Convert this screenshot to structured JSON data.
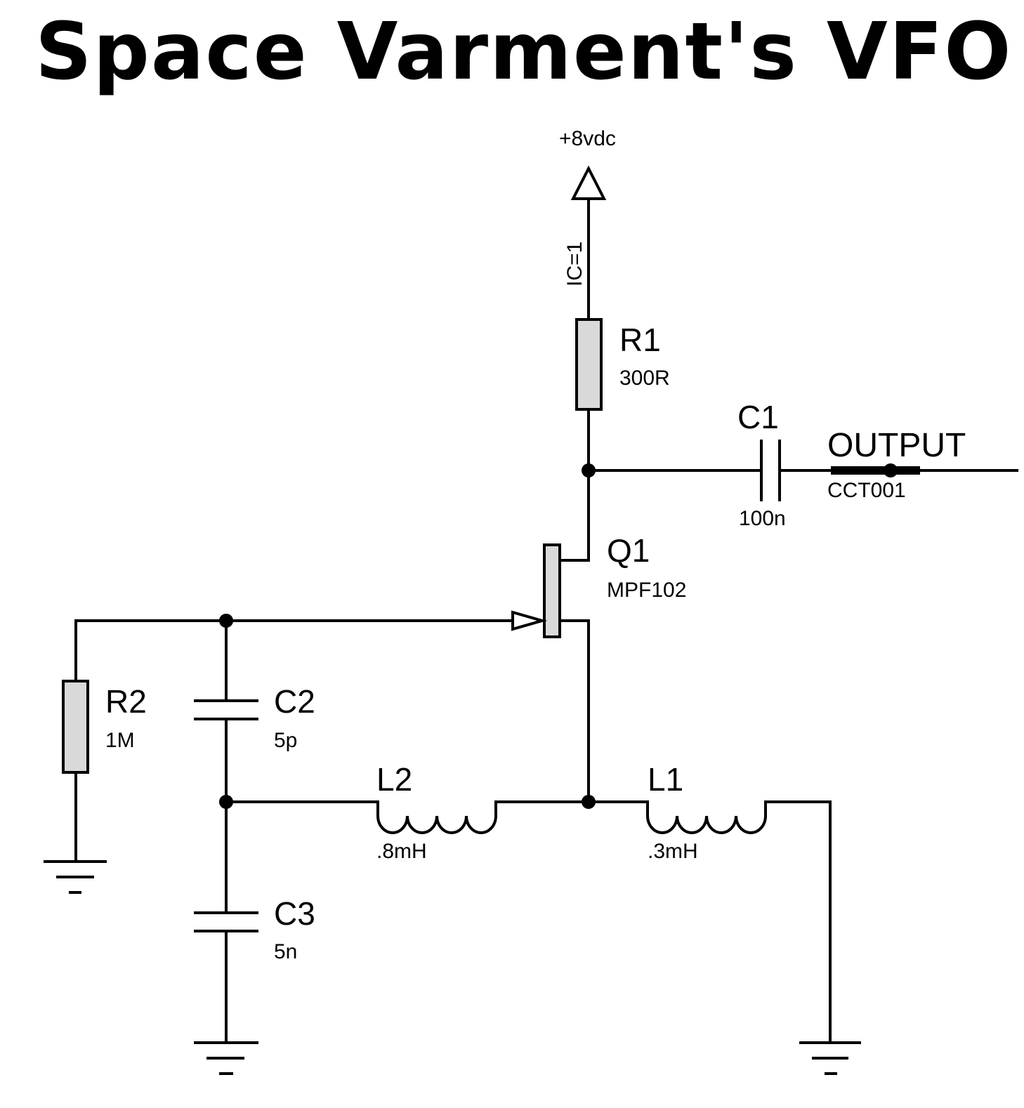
{
  "title": "Space Varment's VFO",
  "supply_label": "+8vdc",
  "ic_label": "IC=1",
  "components": {
    "R1": {
      "ref": "R1",
      "value": "300R"
    },
    "R2": {
      "ref": "R2",
      "value": "1M"
    },
    "C1": {
      "ref": "C1",
      "value": "100n"
    },
    "C2": {
      "ref": "C2",
      "value": "5p"
    },
    "C3": {
      "ref": "C3",
      "value": "5n"
    },
    "Q1": {
      "ref": "Q1",
      "value": "MPF102"
    },
    "L1": {
      "ref": "L1",
      "value": ".3mH"
    },
    "L2": {
      "ref": "L2",
      "value": ".8mH"
    }
  },
  "output": {
    "label": "OUTPUT",
    "net": "CCT001"
  }
}
